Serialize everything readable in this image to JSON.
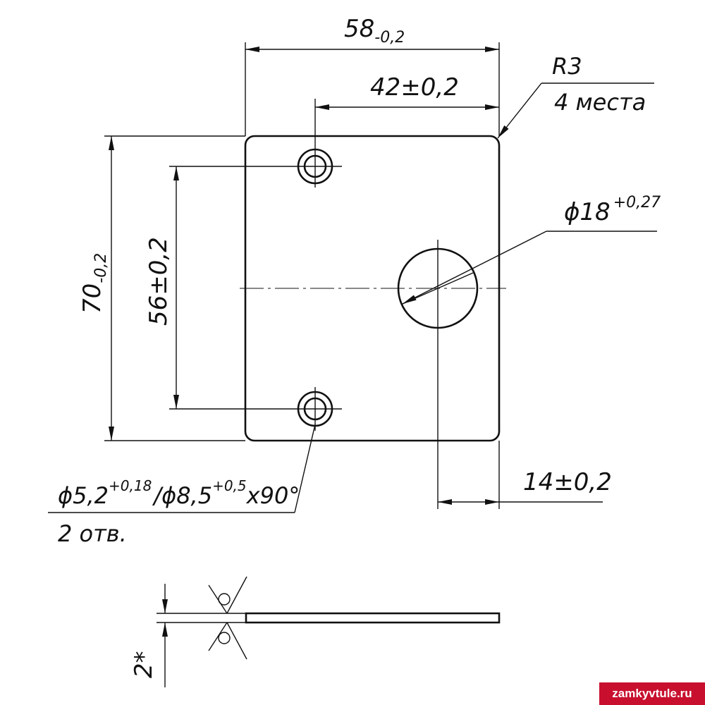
{
  "dimensions": {
    "width_total": {
      "base": "58",
      "sub": "-0,2"
    },
    "hole_x_offset": "42±0,2",
    "corner_radius": "R3",
    "corner_radius_note": "4 места",
    "large_hole": {
      "base": "ϕ18",
      "sup": "+0,27"
    },
    "height_total": {
      "base": "70",
      "sub": "-0,2"
    },
    "hole_spacing": "56±0,2",
    "large_hole_offset": "14±0,2",
    "countersunk_holes": {
      "d1": "ϕ5,2",
      "d1_tol": "+0,18",
      "sep": "/",
      "d2": "ϕ8,5",
      "d2_tol": "+0,5",
      "angle": "x90°"
    },
    "countersunk_count": "2 отв.",
    "thickness": "2*"
  },
  "watermark": "zamkyvtule.ru"
}
